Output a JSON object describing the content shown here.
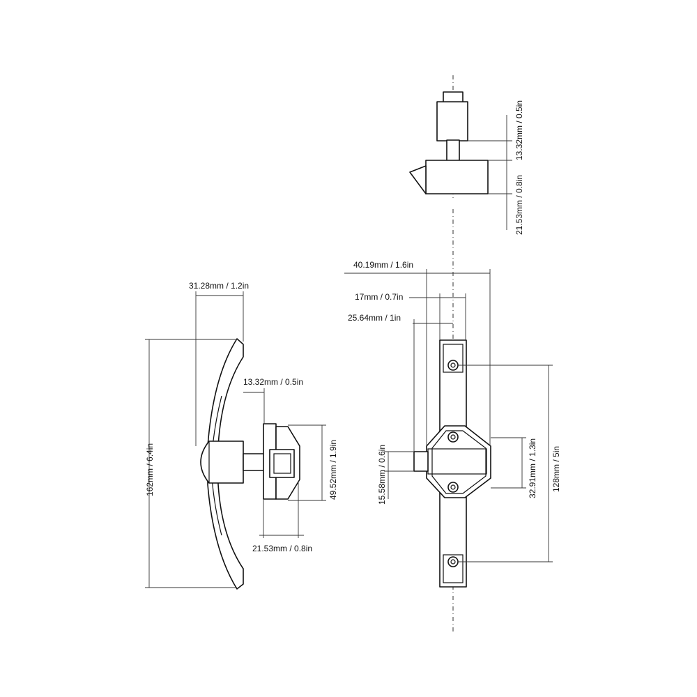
{
  "dimensions": {
    "top_view": {
      "upper": "13.32mm / 0.5in",
      "lower": "21.53mm / 0.8in"
    },
    "side_view": {
      "width": "31.28mm / 1.2in",
      "height": "162mm / 6.4in",
      "shaft": "13.32mm / 0.5in",
      "body_height": "49.52mm / 1.9in",
      "body_depth": "21.53mm / 0.8in"
    },
    "front_view": {
      "overall_width": "40.19mm / 1.6in",
      "bolt_offset": "17mm / 0.7in",
      "center_offset": "25.64mm / 1in",
      "bolt_height": "15.58mm / 0.6in",
      "body_height": "32.91mm / 1.3in",
      "hole_spacing": "128mm / 5in"
    }
  }
}
